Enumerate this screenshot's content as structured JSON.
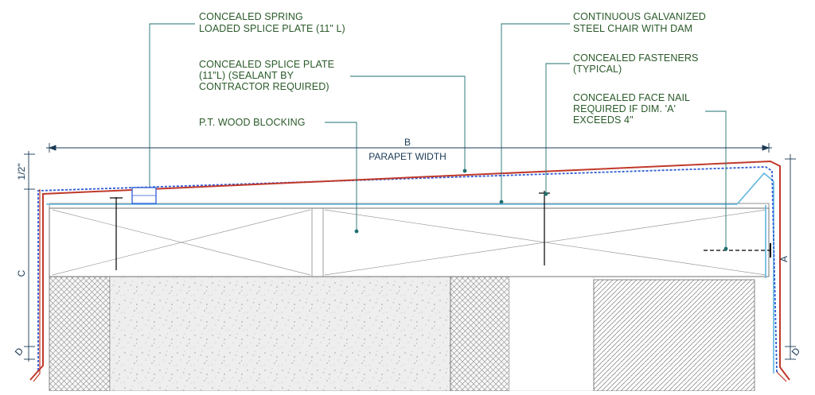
{
  "colors": {
    "label": "#2a5a2a",
    "leader": "#1f6f6f",
    "coping_red": "#c0392b",
    "membrane_blue": "#2e5bd6",
    "chair_cyan": "#5fb6e0",
    "dimension": "#1a3a55"
  },
  "callouts": {
    "spring_splice": {
      "line1": "CONCEALED SPRING",
      "line2": "LOADED SPLICE PLATE (11\" L)"
    },
    "splice_plate": {
      "line1": "CONCEALED SPLICE PLATE",
      "line2": "(11\"L) (SEALANT BY",
      "line3": "CONTRACTOR REQUIRED)"
    },
    "wood_blocking": {
      "line1": "P.T. WOOD BLOCKING"
    },
    "steel_chair": {
      "line1": "CONTINUOUS GALVANIZED",
      "line2": "STEEL CHAIR WITH DAM"
    },
    "fasteners": {
      "line1": "CONCEALED FASTENERS",
      "line2": "(TYPICAL)"
    },
    "face_nail": {
      "line1": "CONCEALED FACE NAIL",
      "line2": "REQUIRED IF DIM. 'A'",
      "line3": "EXCEEDS 4\""
    }
  },
  "dimensions": {
    "width_letter": "B",
    "width_label": "PARAPET WIDTH",
    "slope": "1/2\"",
    "left_height": "C",
    "right_height": "A",
    "left_drip": "D",
    "right_drip": "D"
  }
}
